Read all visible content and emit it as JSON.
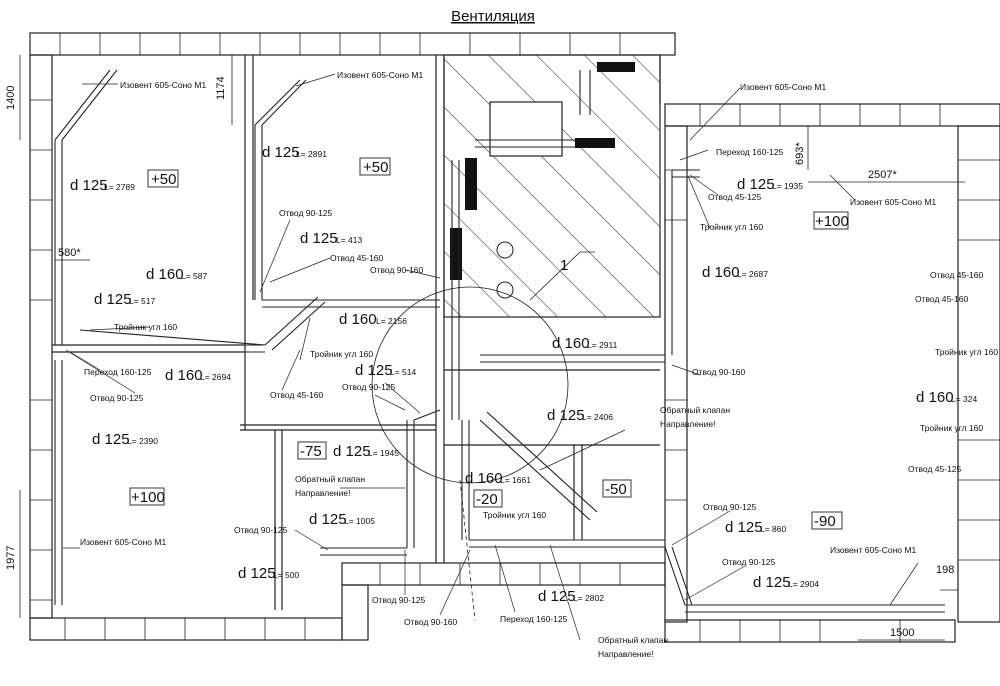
{
  "title": "Вентиляция",
  "dimensions": {
    "d1400": "1400",
    "d1174": "1174",
    "d580": "580*",
    "d693": "693*",
    "d2507": "2507*",
    "d1977": "1977",
    "d198": "198",
    "d1500": "1500"
  },
  "pressure_tags": {
    "p50a": "+50",
    "p50b": "+50",
    "p100a": "+100",
    "p100b": "+100",
    "m75": "-75",
    "m20": "-20",
    "m50": "-50",
    "m90": "-90"
  },
  "section_mark": "1",
  "ducts": {
    "d125_2789": "d 125",
    "L2789": "L= 2789",
    "d125_2891": "d 125",
    "L2891": "L= 2891",
    "d125_413": "d 125",
    "L413": "L= 413",
    "d160_587": "d 160",
    "L587": "L= 587",
    "d125_517": "d 125",
    "L517": "L= 517",
    "d160_2156": "d 160",
    "L2156": "L= 2156",
    "d160_2694": "d 160",
    "L2694": "L= 2694",
    "d125_514": "d 125",
    "L514": "L= 514",
    "d125_2390": "d 125",
    "L2390": "L= 2390",
    "d125_1945": "d 125",
    "L1945": "L= 1945",
    "d125_1005": "d 125",
    "L1005": "L= 1005",
    "d125_500": "d 125",
    "L500": "L= 500",
    "d160_2687": "d 160",
    "L2687": "L= 2687",
    "d160_2911": "d 160",
    "L2911": "L= 2911",
    "d125_2406": "d 125",
    "L2406": "L= 2406",
    "d160_1661": "d 160",
    "L1661": "L= 1661",
    "d125_1935": "d 125",
    "L1935": "L= 1935",
    "d125_860": "d 125",
    "L860": "L= 860",
    "d125_2904": "d 125",
    "L2904": "L= 2904",
    "d125_2802": "d 125",
    "L2802": "L= 2802",
    "d160_324": "d 160",
    "L324": "L= 324"
  },
  "fittings": {
    "izovent_1": "Изовент 605-Соно М1",
    "izovent_2": "Изовент 605-Соно М1",
    "izovent_3": "Изовент 605-Соно М1",
    "izovent_4": "Изовент 605-Соно М1",
    "izovent_5": "Изовент 605-Соно М1",
    "izovent_6": "Изовент 605-Соно М1",
    "otvod_90_125_a": "Отвод 90-125",
    "otvod_45_160_a": "Отвод 45-160",
    "otvod_90_160_a": "Отвод 90-160",
    "troynik_160_a": "Тройник угл 160",
    "troynik_160_b": "Тройник угл 160",
    "perehod_160_125_a": "Переход 160-125",
    "otvod_90_125_b": "Отвод 90-125",
    "otvod_45_160_b": "Отвод 45-160",
    "otvod_90_125_c": "Отвод 90-125",
    "obratny_1": "Обратный клапан",
    "napr_1": "Направление!",
    "otvod_90_125_d": "Отвод 90-125",
    "otvod_90_125_e": "Отвод 90-125",
    "otvod_90_160_b": "Отвод 90-160",
    "troynik_160_c": "Тройник угл 160",
    "perehod_160_125_b": "Переход 160-125",
    "obratny_2": "Обратный клапан",
    "napr_2": "Направление!",
    "obratny_3": "Обратный клапан",
    "napr_3": "Направление!",
    "perehod_160_125_c": "Переход 160-125",
    "otvod_45_125_a": "Отвод 45-125",
    "troynik_160_d": "Тройник угл 160",
    "otvod_90_160_c": "Отвод 90-160",
    "otvod_90_125_f": "Отвод 90-125",
    "otvod_90_125_g": "Отвод 90-125",
    "otvod_45_160_c": "Отвод 45-160",
    "otvod_45_160_d": "Отвод 45-160",
    "troynik_160_e": "Тройник угл 160",
    "troynik_160_f": "Тройник угл 160",
    "otvod_45_125_b": "Отвод 45-125"
  }
}
